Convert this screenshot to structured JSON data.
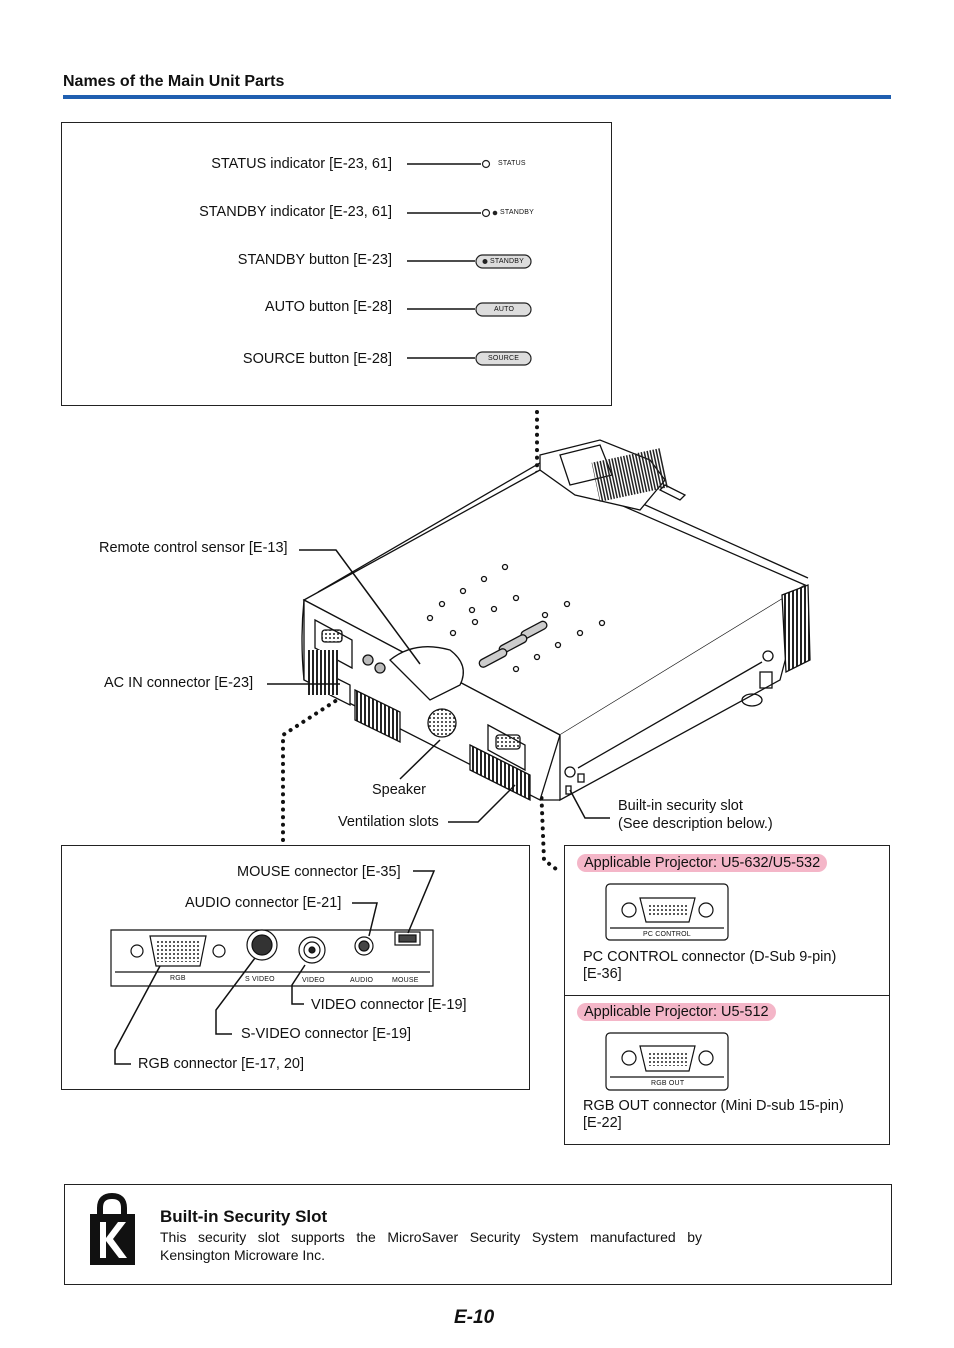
{
  "header": {
    "title": "Names of the Main Unit Parts"
  },
  "panel": {
    "items": [
      {
        "label": "STATUS indicator [E-23, 61]",
        "tag": "STATUS"
      },
      {
        "label": "STANDBY indicator [E-23, 61]",
        "tag": "STANDBY"
      },
      {
        "label": "STANDBY button [E-23]",
        "tag": "STANDBY"
      },
      {
        "label": "AUTO button [E-28]",
        "tag": "AUTO"
      },
      {
        "label": "SOURCE button [E-28]",
        "tag": "SOURCE"
      }
    ]
  },
  "projector": {
    "remote_sensor": "Remote control sensor [E-13]",
    "ac_in": "AC IN connector [E-23]",
    "speaker": "Speaker",
    "ventilation": "Ventilation slots",
    "security_slot_1": "Built-in security slot",
    "security_slot_2": "(See description below.)"
  },
  "rear": {
    "mouse": "MOUSE connector [E-35]",
    "audio": "AUDIO connector [E-21]",
    "video": "VIDEO connector [E-19]",
    "svideo": "S-VIDEO connector [E-19]",
    "rgb": "RGB connector [E-17, 20]",
    "port_labels": {
      "rgb": "RGB",
      "svideo": "S VIDEO",
      "video": "VIDEO",
      "audio": "AUDIO",
      "mouse": "MOUSE"
    }
  },
  "applicable": {
    "a": {
      "pill": "Applicable Projector: U5-632/U5-532",
      "port_tag": "PC CONTROL",
      "desc_1": "PC CONTROL connector (D-Sub 9-pin)",
      "desc_2": "[E-36]"
    },
    "b": {
      "pill": "Applicable Projector: U5-512",
      "port_tag": "RGB OUT",
      "desc_1": "RGB OUT connector (Mini D-sub 15-pin)",
      "desc_2": "[E-22]"
    }
  },
  "security_box": {
    "title": "Built-in Security Slot",
    "line1": "This security slot supports the MicroSaver Security System manufactured by",
    "line2": "Kensington Microware Inc."
  },
  "footer": {
    "page": "E-10"
  },
  "colors": {
    "accent": "#1f5fb0",
    "pill": "#f4b6c8"
  }
}
